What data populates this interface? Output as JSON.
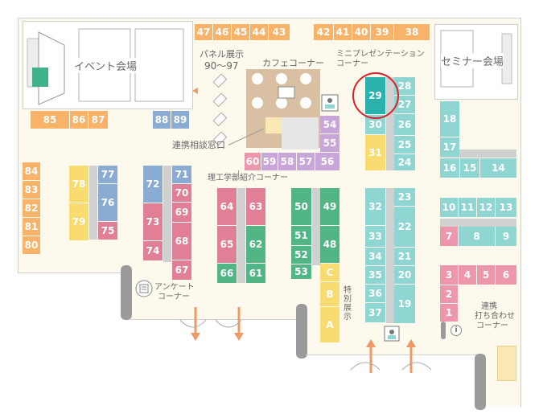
{
  "colors": {
    "orange": "#f7b36a",
    "teal": "#8fd6d3",
    "teal_highlight": "#2bb1ad",
    "blue": "#8aabd2",
    "pink": "#e07f96",
    "pink_light": "#ed97ad",
    "green": "#52b585",
    "yellow": "#f8dc72",
    "lavender": "#c9a6d8",
    "cafe": "#d9c0a3",
    "floor": "#fdf9ec",
    "highlight_ring": "#d9202a"
  },
  "areas": {
    "event_hall": "イベント会場",
    "seminar_hall": "セミナー会場",
    "panel_line1": "パネル展示",
    "panel_line2": "90～97",
    "cafe_corner": "カフェコーナー",
    "mini_pres_line1": "ミニプレゼンテーション",
    "mini_pres_line2": "コーナー",
    "consult": "連携相談窓口",
    "science_intro": "理工学部紹介コーナー",
    "survey_line1": "アンケート",
    "survey_line2": "コーナー",
    "special": "特別展示",
    "meeting_line1": "連携",
    "meeting_line2": "打ち合わせ",
    "meeting_line3": "コーナー",
    "info_icon": "i"
  },
  "booths": [
    {
      "id": "47",
      "label": "47",
      "color": "orange"
    },
    {
      "id": "46",
      "label": "46",
      "color": "orange"
    },
    {
      "id": "45",
      "label": "45",
      "color": "orange"
    },
    {
      "id": "44",
      "label": "44",
      "color": "orange"
    },
    {
      "id": "43",
      "label": "43",
      "color": "orange"
    },
    {
      "id": "42",
      "label": "42",
      "color": "orange"
    },
    {
      "id": "41",
      "label": "41",
      "color": "orange"
    },
    {
      "id": "40",
      "label": "40",
      "color": "orange"
    },
    {
      "id": "39",
      "label": "39",
      "color": "orange"
    },
    {
      "id": "38",
      "label": "38",
      "color": "orange"
    },
    {
      "id": "85",
      "label": "85",
      "color": "orange"
    },
    {
      "id": "86",
      "label": "86",
      "color": "orange"
    },
    {
      "id": "87",
      "label": "87",
      "color": "orange"
    },
    {
      "id": "88",
      "label": "88",
      "color": "blue"
    },
    {
      "id": "89",
      "label": "89",
      "color": "blue"
    },
    {
      "id": "84",
      "label": "84",
      "color": "orange"
    },
    {
      "id": "83",
      "label": "83",
      "color": "orange"
    },
    {
      "id": "82",
      "label": "82",
      "color": "orange"
    },
    {
      "id": "81",
      "label": "81",
      "color": "orange"
    },
    {
      "id": "80",
      "label": "80",
      "color": "orange"
    },
    {
      "id": "78",
      "label": "78",
      "color": "yellow"
    },
    {
      "id": "79",
      "label": "79",
      "color": "yellow"
    },
    {
      "id": "77",
      "label": "77",
      "color": "blue"
    },
    {
      "id": "76",
      "label": "76",
      "color": "blue"
    },
    {
      "id": "75",
      "label": "75",
      "color": "pink"
    },
    {
      "id": "72",
      "label": "72",
      "color": "blue"
    },
    {
      "id": "73",
      "label": "73",
      "color": "pink"
    },
    {
      "id": "74",
      "label": "74",
      "color": "pink"
    },
    {
      "id": "71",
      "label": "71",
      "color": "blue"
    },
    {
      "id": "70",
      "label": "70",
      "color": "pink"
    },
    {
      "id": "69",
      "label": "69",
      "color": "pink"
    },
    {
      "id": "68",
      "label": "68",
      "color": "pink"
    },
    {
      "id": "67",
      "label": "67",
      "color": "pink"
    },
    {
      "id": "64",
      "label": "64",
      "color": "pink"
    },
    {
      "id": "65",
      "label": "65",
      "color": "pink"
    },
    {
      "id": "66",
      "label": "66",
      "color": "green"
    },
    {
      "id": "63",
      "label": "63",
      "color": "pink"
    },
    {
      "id": "62",
      "label": "62",
      "color": "green"
    },
    {
      "id": "61",
      "label": "61",
      "color": "green"
    },
    {
      "id": "60",
      "label": "60",
      "color": "pink_light"
    },
    {
      "id": "59",
      "label": "59",
      "color": "lavender"
    },
    {
      "id": "58",
      "label": "58",
      "color": "lavender"
    },
    {
      "id": "57",
      "label": "57",
      "color": "lavender"
    },
    {
      "id": "56",
      "label": "56",
      "color": "lavender"
    },
    {
      "id": "54",
      "label": "54",
      "color": "lavender"
    },
    {
      "id": "55",
      "label": "55",
      "color": "lavender"
    },
    {
      "id": "50",
      "label": "50",
      "color": "green"
    },
    {
      "id": "51",
      "label": "51",
      "color": "green"
    },
    {
      "id": "52",
      "label": "52",
      "color": "green"
    },
    {
      "id": "53",
      "label": "53",
      "color": "green"
    },
    {
      "id": "49",
      "label": "49",
      "color": "green"
    },
    {
      "id": "48",
      "label": "48",
      "color": "green"
    },
    {
      "id": "C",
      "label": "C",
      "color": "yellow"
    },
    {
      "id": "B",
      "label": "B",
      "color": "yellow"
    },
    {
      "id": "A",
      "label": "A",
      "color": "yellow"
    },
    {
      "id": "29",
      "label": "29",
      "color": "teal_highlight"
    },
    {
      "id": "30",
      "label": "30",
      "color": "teal"
    },
    {
      "id": "31",
      "label": "31",
      "color": "yellow"
    },
    {
      "id": "28",
      "label": "28",
      "color": "teal"
    },
    {
      "id": "27",
      "label": "27",
      "color": "teal"
    },
    {
      "id": "26",
      "label": "26",
      "color": "teal"
    },
    {
      "id": "25",
      "label": "25",
      "color": "teal"
    },
    {
      "id": "24",
      "label": "24",
      "color": "teal"
    },
    {
      "id": "32",
      "label": "32",
      "color": "teal"
    },
    {
      "id": "33",
      "label": "33",
      "color": "teal"
    },
    {
      "id": "34",
      "label": "34",
      "color": "teal"
    },
    {
      "id": "35",
      "label": "35",
      "color": "teal"
    },
    {
      "id": "36",
      "label": "36",
      "color": "teal"
    },
    {
      "id": "37",
      "label": "37",
      "color": "teal"
    },
    {
      "id": "23",
      "label": "23",
      "color": "teal"
    },
    {
      "id": "22",
      "label": "22",
      "color": "teal"
    },
    {
      "id": "21",
      "label": "21",
      "color": "teal"
    },
    {
      "id": "20",
      "label": "20",
      "color": "teal"
    },
    {
      "id": "19",
      "label": "19",
      "color": "teal"
    },
    {
      "id": "18",
      "label": "18",
      "color": "teal"
    },
    {
      "id": "17",
      "label": "17",
      "color": "teal"
    },
    {
      "id": "16",
      "label": "16",
      "color": "teal"
    },
    {
      "id": "15",
      "label": "15",
      "color": "teal"
    },
    {
      "id": "14",
      "label": "14",
      "color": "teal"
    },
    {
      "id": "10",
      "label": "10",
      "color": "teal"
    },
    {
      "id": "11",
      "label": "11",
      "color": "teal"
    },
    {
      "id": "12",
      "label": "12",
      "color": "teal"
    },
    {
      "id": "13",
      "label": "13",
      "color": "teal"
    },
    {
      "id": "7",
      "label": "7",
      "color": "pink_light"
    },
    {
      "id": "8",
      "label": "8",
      "color": "teal"
    },
    {
      "id": "9",
      "label": "9",
      "color": "teal"
    },
    {
      "id": "3",
      "label": "3",
      "color": "pink_light"
    },
    {
      "id": "4",
      "label": "4",
      "color": "pink_light"
    },
    {
      "id": "5",
      "label": "5",
      "color": "pink_light"
    },
    {
      "id": "6",
      "label": "6",
      "color": "pink_light"
    },
    {
      "id": "2",
      "label": "2",
      "color": "pink_light"
    },
    {
      "id": "1",
      "label": "1",
      "color": "pink_light"
    }
  ],
  "highlight": {
    "booth": "29"
  }
}
